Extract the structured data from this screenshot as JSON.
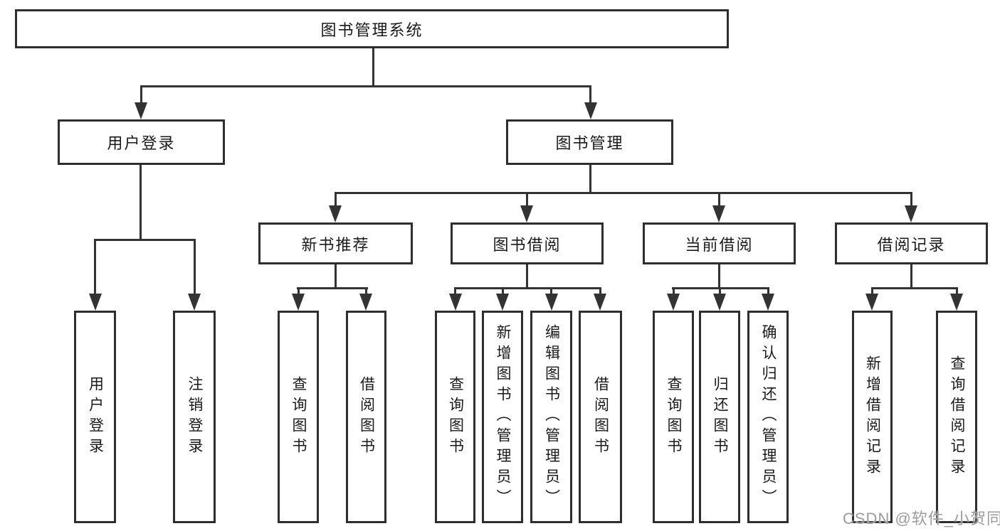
{
  "tree": {
    "root": "图书管理系统",
    "login": {
      "label": "用户登录",
      "children": [
        "用户登录",
        "注销登录"
      ]
    },
    "mgmt": {
      "label": "图书管理",
      "sections": [
        {
          "label": "新书推荐",
          "children": [
            "查询图书",
            "借阅图书"
          ]
        },
        {
          "label": "图书借阅",
          "children": [
            "查询图书",
            "新增图书（管理员）",
            "编辑图书（管理员）",
            "借阅图书"
          ]
        },
        {
          "label": "当前借阅",
          "children": [
            "查询图书",
            "归还图书",
            "确认归还（管理员）"
          ]
        },
        {
          "label": "借阅记录",
          "children": [
            "新增借阅记录",
            "查询借阅记录"
          ]
        }
      ]
    }
  },
  "watermark": "CSDN @软件_小贺同学",
  "colors": {
    "box_border": "#2e2e2e",
    "connector": "#333333",
    "text": "#1a1a1a",
    "watermark": "#9b9b9b",
    "background": "#ffffff"
  }
}
